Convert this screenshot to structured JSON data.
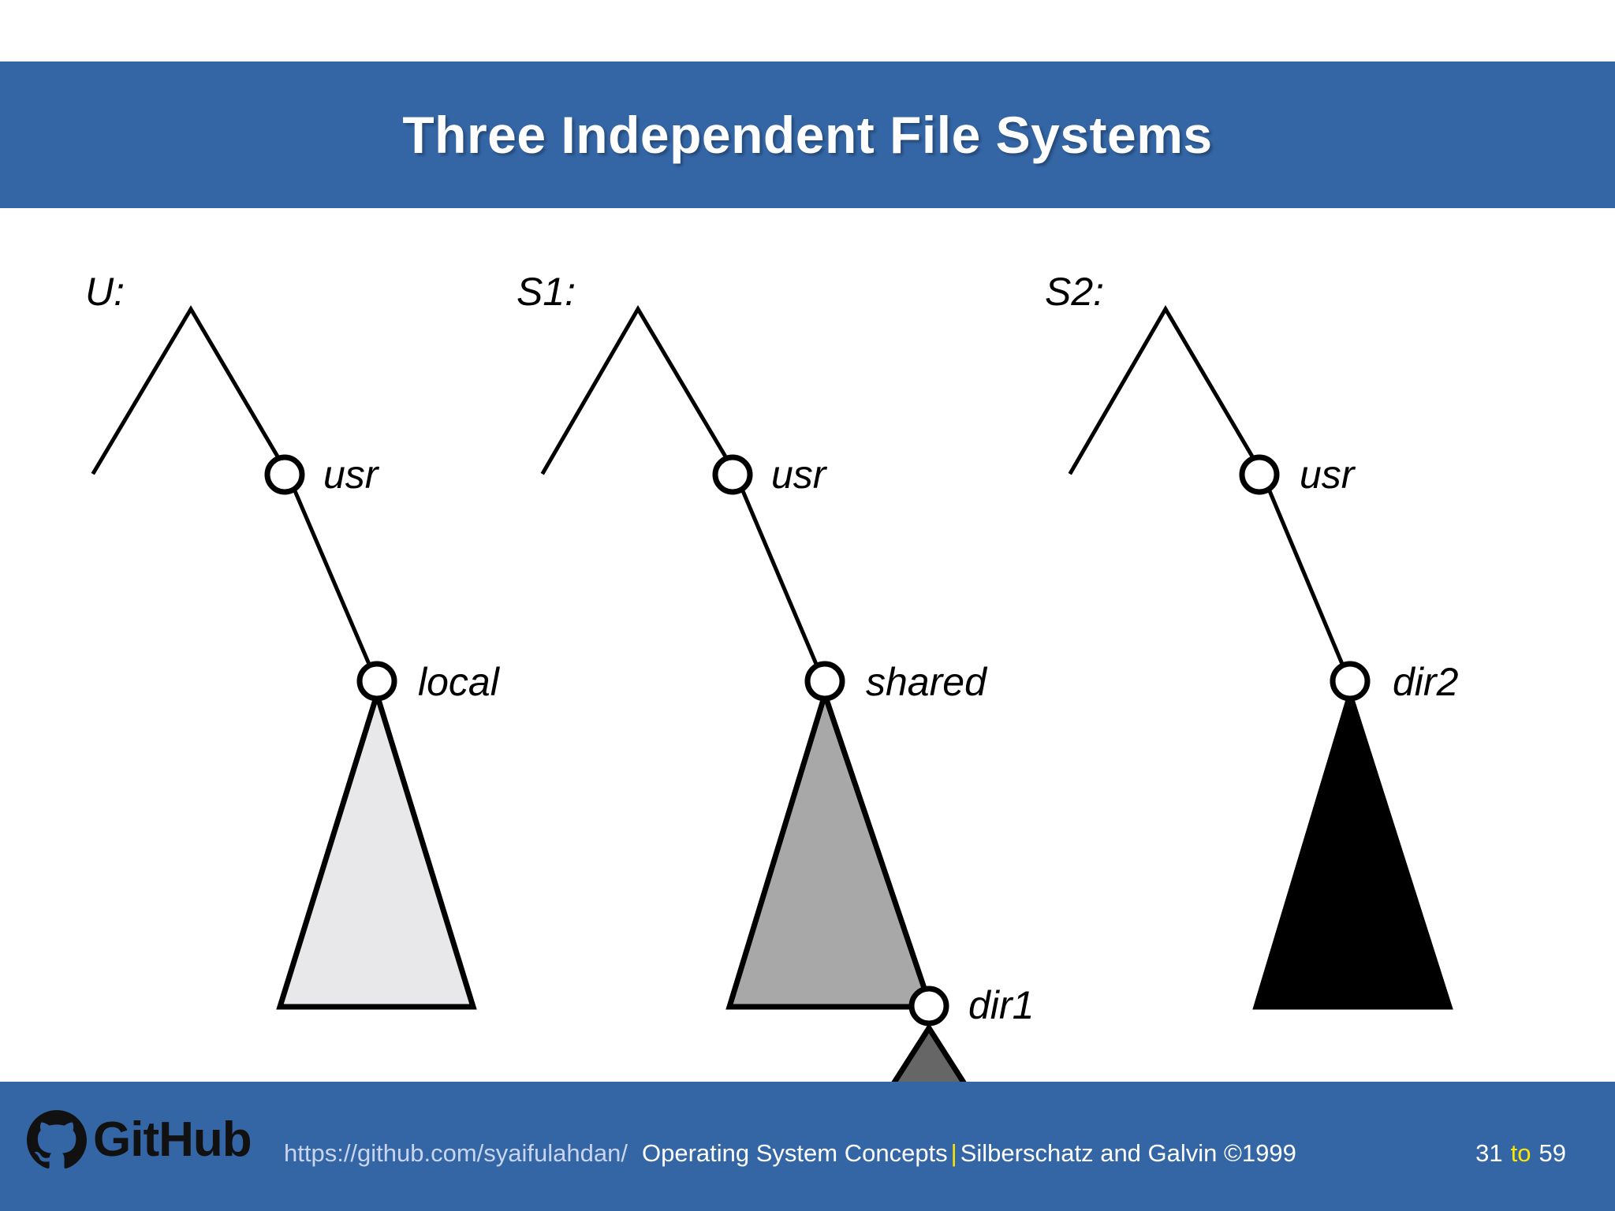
{
  "slide": {
    "title": "Three Independent File Systems",
    "header_color": "#3466a6",
    "background_color": "#ffffff"
  },
  "diagram": {
    "type": "file-system-trees",
    "trees": [
      {
        "id": "U",
        "root_label": "U:",
        "nodes": [
          {
            "name": "usr",
            "label": "usr"
          },
          {
            "name": "local",
            "label": "local"
          }
        ],
        "subtree_triangle": {
          "attached_to": "local",
          "fill": "#e8e8ea",
          "shade": "light-gray"
        }
      },
      {
        "id": "S1",
        "root_label": "S1:",
        "nodes": [
          {
            "name": "usr",
            "label": "usr"
          },
          {
            "name": "shared",
            "label": "shared"
          },
          {
            "name": "dir1",
            "label": "dir1"
          }
        ],
        "subtree_triangles": [
          {
            "attached_to": "shared",
            "fill": "#a8a8a8",
            "shade": "medium-gray"
          },
          {
            "attached_to": "dir1",
            "fill": "#666666",
            "shade": "dark-gray"
          }
        ]
      },
      {
        "id": "S2",
        "root_label": "S2:",
        "nodes": [
          {
            "name": "usr",
            "label": "usr"
          },
          {
            "name": "dir2",
            "label": "dir2"
          }
        ],
        "subtree_triangle": {
          "attached_to": "dir2",
          "fill": "#000000",
          "shade": "black"
        }
      }
    ]
  },
  "labels": {
    "u_root": "U:",
    "u_usr": "usr",
    "u_local": "local",
    "s1_root": "S1:",
    "s1_usr": "usr",
    "s1_shared": "shared",
    "s1_dir1": "dir1",
    "s2_root": "S2:",
    "s2_usr": "usr",
    "s2_dir2": "dir2"
  },
  "footer": {
    "brand": "GitHub",
    "url": "https://github.com/syaifulahdan/",
    "course_pre": "Operating System Concepts",
    "separator": "|",
    "course_post": "Silberschatz and Galvin ©1999",
    "page_current": "31",
    "page_word": "to",
    "page_total": "59",
    "band_color": "#3466a6",
    "accent_color": "#ffe600"
  }
}
